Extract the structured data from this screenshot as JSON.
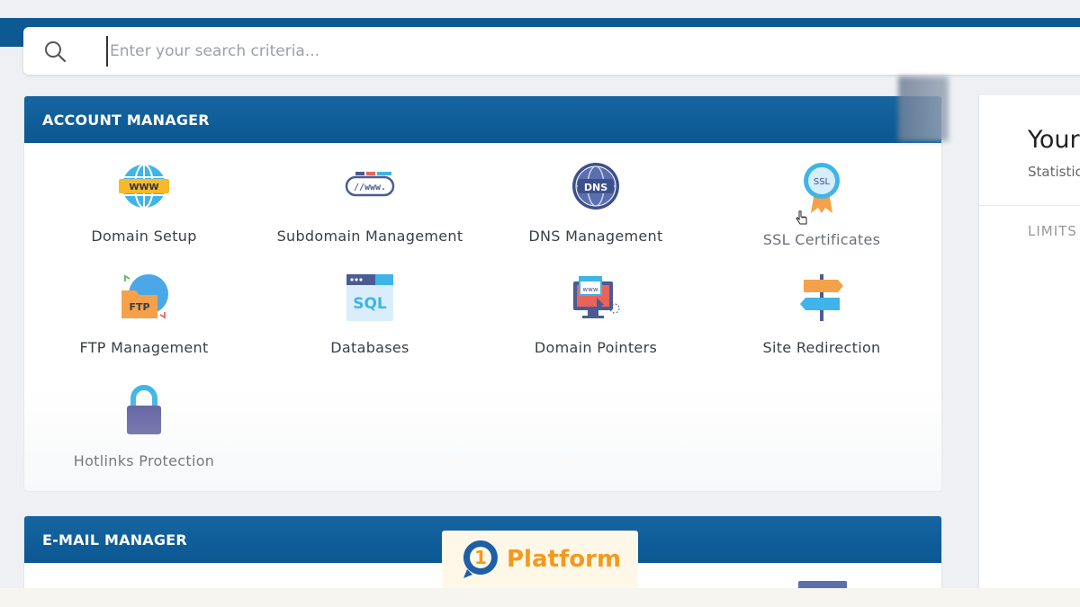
{
  "search": {
    "placeholder": "Enter your search criteria..."
  },
  "account_manager": {
    "title": "ACCOUNT MANAGER",
    "items": [
      {
        "label": "Domain Setup",
        "icon": "globe-www-icon"
      },
      {
        "label": "Subdomain Management",
        "icon": "subdomain-www-icon"
      },
      {
        "label": "DNS Management",
        "icon": "dns-globe-icon"
      },
      {
        "label": "SSL Certificates",
        "icon": "ssl-badge-icon"
      },
      {
        "label": "FTP Management",
        "icon": "ftp-folder-icon"
      },
      {
        "label": "Databases",
        "icon": "sql-window-icon"
      },
      {
        "label": "Domain Pointers",
        "icon": "monitor-www-icon"
      },
      {
        "label": "Site Redirection",
        "icon": "signpost-icon"
      },
      {
        "label": "Hotlinks Protection",
        "icon": "padlock-icon"
      }
    ],
    "icon_text": {
      "www": "WWW",
      "sub_www": "//www.",
      "dns": "DNS",
      "ssl": "SSL",
      "ftp": "FTP",
      "sql": "SQL",
      "mon_www": "www"
    }
  },
  "email_manager": {
    "title": "E-MAIL MANAGER"
  },
  "right_panel": {
    "heading": "Your",
    "subheading": "Statistic",
    "limits": "LIMITS"
  },
  "logo": {
    "number": "1",
    "word": "Platform"
  },
  "colors": {
    "header_blue": "#0d5a93",
    "accent_orange": "#f29a1f"
  }
}
